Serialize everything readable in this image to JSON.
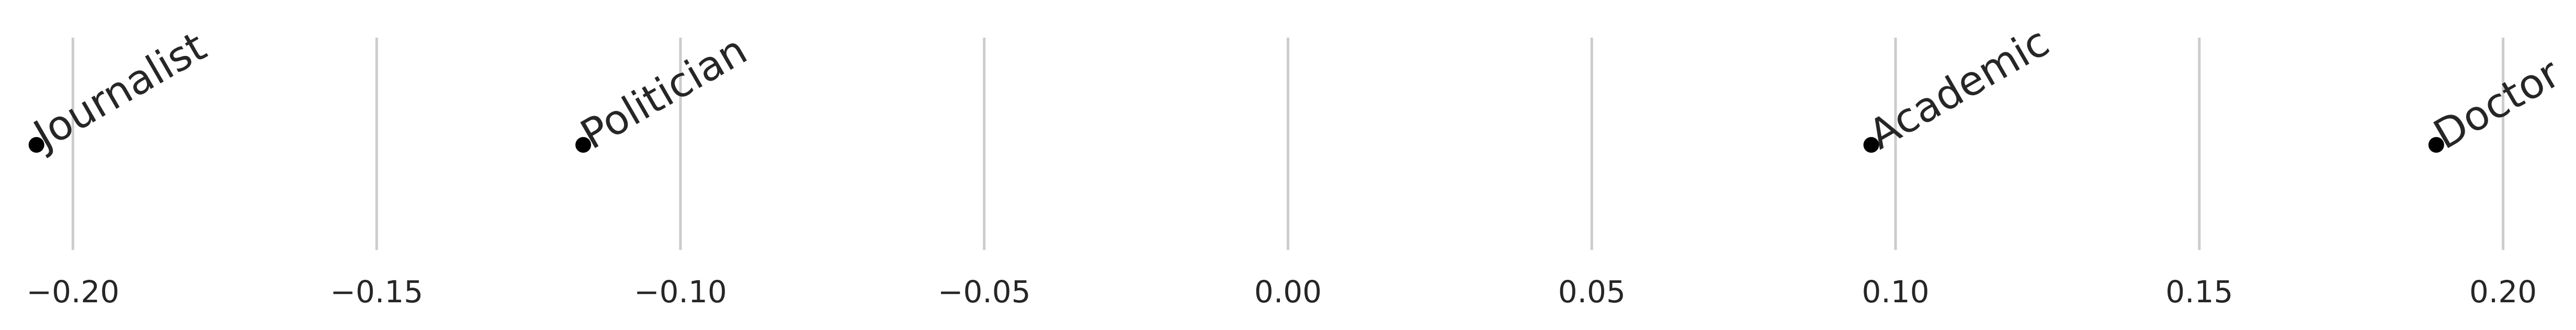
{
  "chart_data": {
    "type": "scatter",
    "title": "",
    "xlabel": "",
    "ylabel": "",
    "xlim": [
      -0.212,
      0.212
    ],
    "grid": "vertical",
    "x_ticks": [
      {
        "value": -0.2,
        "label": "−0.20"
      },
      {
        "value": -0.15,
        "label": "−0.15"
      },
      {
        "value": -0.1,
        "label": "−0.10"
      },
      {
        "value": -0.05,
        "label": "−0.05"
      },
      {
        "value": 0.0,
        "label": "0.00"
      },
      {
        "value": 0.05,
        "label": "0.05"
      },
      {
        "value": 0.1,
        "label": "0.10"
      },
      {
        "value": 0.15,
        "label": "0.15"
      },
      {
        "value": 0.2,
        "label": "0.20"
      }
    ],
    "points": [
      {
        "label": "Journalist",
        "x": -0.206
      },
      {
        "label": "Politician",
        "x": -0.116
      },
      {
        "label": "Academic",
        "x": 0.096
      },
      {
        "label": "Doctor",
        "x": 0.189
      }
    ],
    "colors": {
      "point": "#000000",
      "grid": "#cccccc",
      "text": "#262626"
    }
  }
}
